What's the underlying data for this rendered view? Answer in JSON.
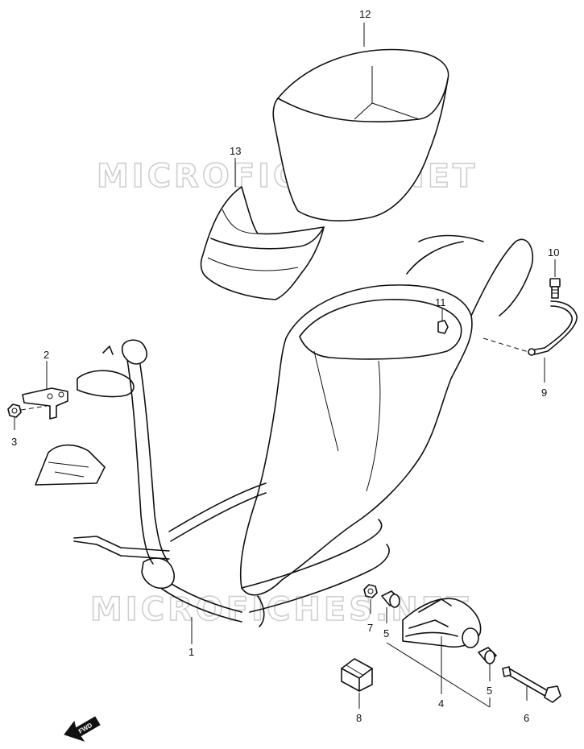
{
  "watermark": {
    "text": "MICROFICHES.NET",
    "color": "#cfcfcf"
  },
  "callouts": {
    "c1": "1",
    "c2": "2",
    "c3": "3",
    "c4": "4",
    "c5a": "5",
    "c5b": "5",
    "c6": "6",
    "c7": "7",
    "c8": "8",
    "c9": "9",
    "c10": "10",
    "c11": "11",
    "c12": "12",
    "c13": "13"
  },
  "direction_marker": {
    "label": "FWD",
    "icon": "arrow-icon"
  },
  "colors": {
    "line": "#111111",
    "background": "#ffffff"
  }
}
